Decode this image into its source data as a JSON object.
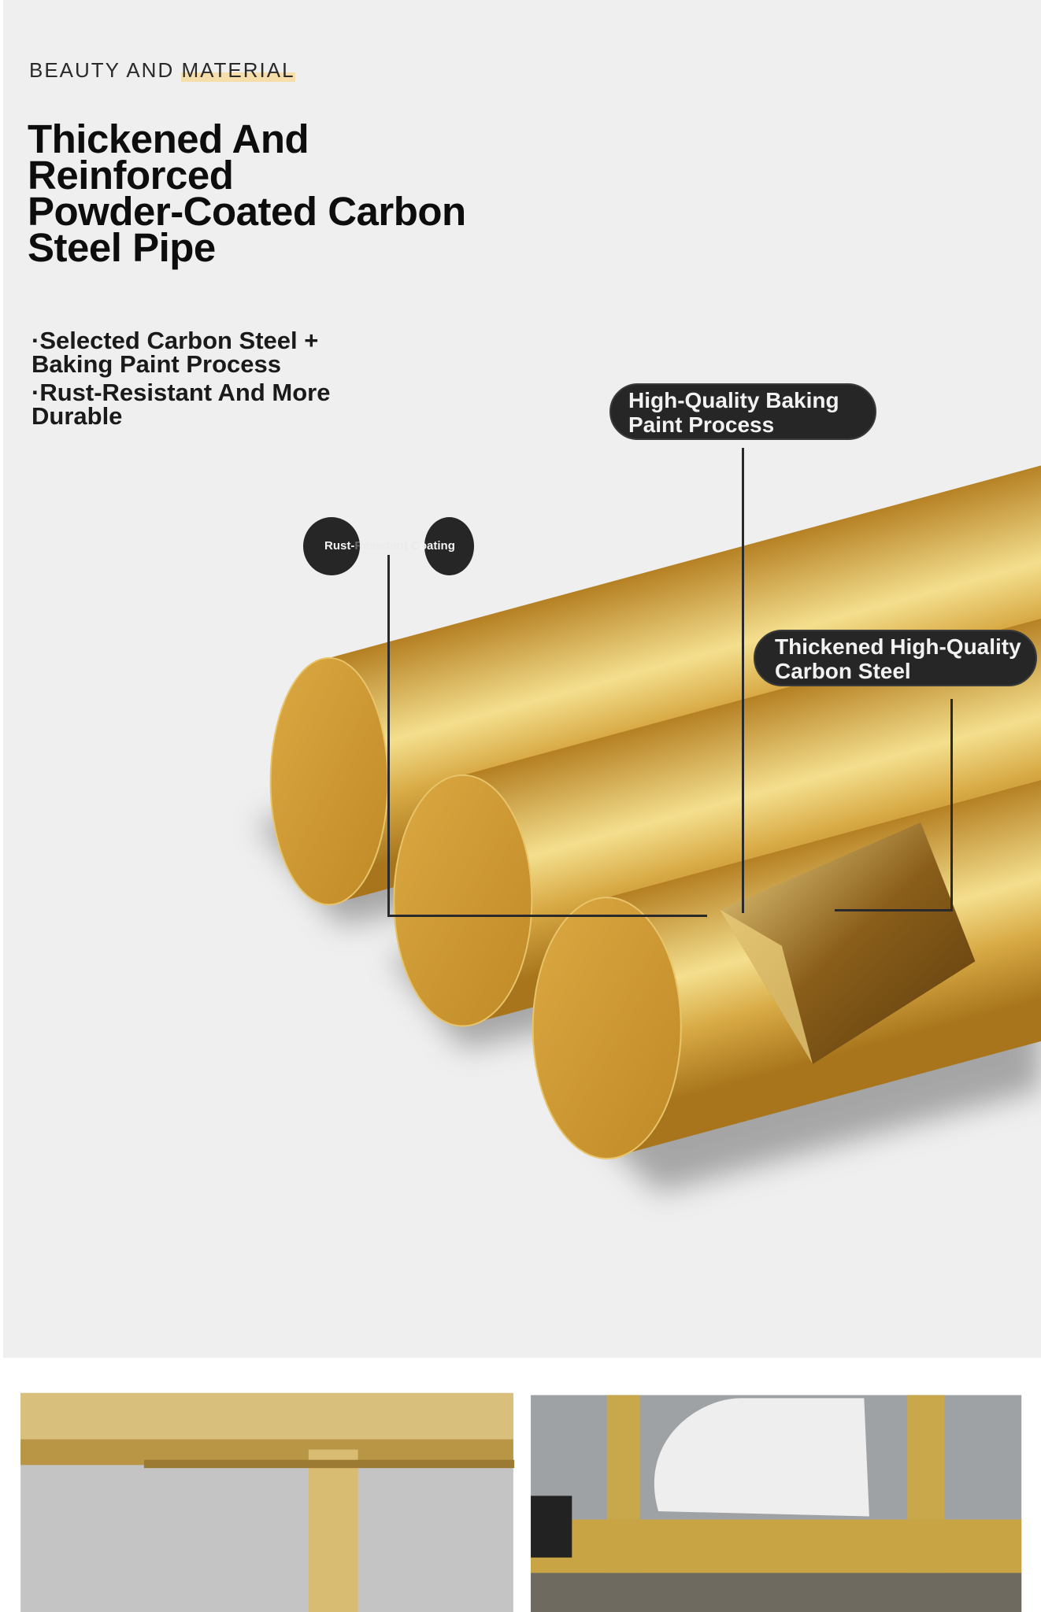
{
  "header": {
    "eyebrow_part1": "BEAUTY AND ",
    "eyebrow_part2": "MATERIAL",
    "title_lines": [
      "Thickened And",
      "Reinforced",
      "Powder-Coated Carbon",
      "Steel Pipe"
    ]
  },
  "bullets": [
    {
      "line1": "·Selected Carbon Steel +",
      "line2": "Baking Paint Process"
    },
    {
      "line1": "·Rust-Resistant And More",
      "line2": "Durable"
    }
  ],
  "callouts": {
    "paint": {
      "line1": "High-Quality Baking",
      "line2": "Paint Process"
    },
    "steel": {
      "line1": "Thickened High-Quality",
      "line2": "Carbon Steel"
    },
    "coating_a": "Rust-",
    "coating_b": "Resistant C",
    "coating_c": "oating"
  },
  "colors": {
    "background": "#efefef",
    "gold": "#c9952e",
    "gold_highlight": "#f3dc8a",
    "pill": "#262626"
  }
}
